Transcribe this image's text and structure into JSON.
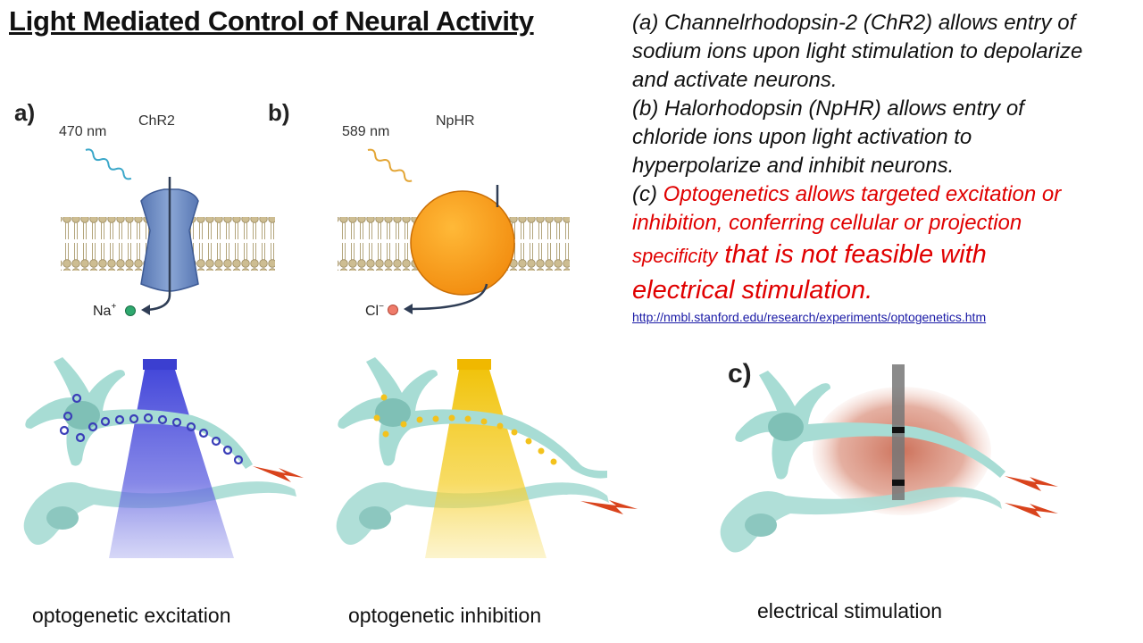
{
  "title": "Light Mediated Control of Neural Activity",
  "description": {
    "a": "(a) Channelrhodopsin-2 (ChR2) allows entry of sodium ions upon light stimulation to depolarize and activate neurons.",
    "a_lines": [
      "(a) Channelrhodopsin-2 (ChR2) allows entry of",
      "sodium ions upon light stimulation to depolarize",
      "and activate neurons."
    ],
    "b_lines": [
      "(b) Halorhodopsin (NpHR) allows entry of",
      "chloride ions upon light activation to",
      "hyperpolarize and inhibit neurons."
    ],
    "c_prefix": "(c) ",
    "c_red_lines": [
      "Optogenetics allows targeted excitation or",
      "inhibition, conferring cellular or projection"
    ],
    "c_red_small": "specificity",
    "c_red_big_1": " that is not feasible with",
    "c_red_big_2": "electrical stimulation.",
    "link": "http://nmbl.stanford.edu/research/experiments/optogenetics.htm"
  },
  "panels": {
    "a": {
      "letter": "a)",
      "wavelength": "470 nm",
      "protein": "ChR2",
      "ion": "Na",
      "ion_sup": "+"
    },
    "b": {
      "letter": "b)",
      "wavelength": "589 nm",
      "protein": "NpHR",
      "ion": "Cl",
      "ion_sup": "−"
    },
    "c": {
      "letter": "c)"
    }
  },
  "captions": {
    "excitation": "optogenetic excitation",
    "inhibition": "optogenetic inhibition",
    "electrical": "electrical stimulation"
  },
  "colors": {
    "channel": "#6f8fc4",
    "pump": "#f5a623",
    "blue_light": "#4a4bd6",
    "yellow_light": "#f2c200",
    "neuron": "#a7dcd4",
    "electrode_field": "#d2735a",
    "red_text": "#e00000"
  }
}
